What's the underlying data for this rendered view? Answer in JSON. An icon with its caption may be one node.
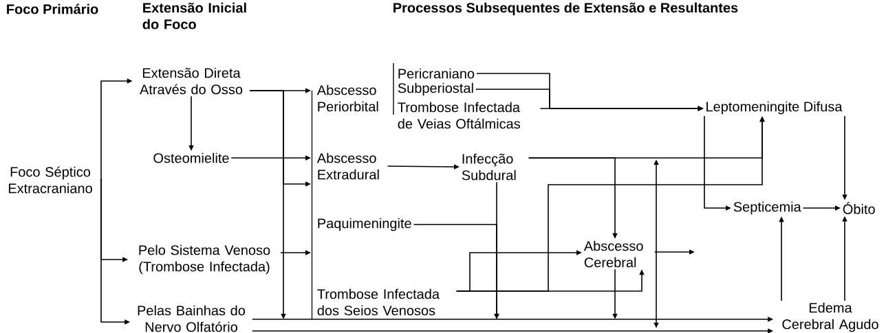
{
  "diagram": {
    "nodes": [
      {
        "text": [
          "Foco Séptico Extracraniano"
        ]
      },
      {
        "text": [
          "Extensão Direta Através do Osso"
        ]
      },
      {
        "text": [
          "Osteomielite"
        ]
      },
      {
        "text": [
          "Pelo Sistema Venoso (Trombose Infectada)"
        ]
      },
      {
        "text": [
          "Pelas Bainhas do Nervo Olfatório"
        ]
      },
      {
        "text": [],
        "shape": "bar"
      },
      {
        "text": [
          "Abscesso Periorbital"
        ]
      },
      {
        "text": [
          "Pericraniano"
        ]
      },
      {
        "text": [
          "Subperiostal"
        ]
      },
      {
        "text": [
          "Trombose Infectada de Veias Oftálmicas"
        ]
      },
      {
        "text": [
          "Abscesso Extradural"
        ]
      },
      {
        "text": [
          "Infecção Subdural"
        ]
      },
      {
        "text": [
          "Paquimeningite"
        ]
      },
      {
        "text": [
          "Trombose Infectada dos Seios Venosos"
        ]
      },
      {
        "text": [
          "Leptomeningite Difusa"
        ]
      },
      {
        "text": [
          "Abscesso Cerebral"
        ]
      },
      {
        "text": [
          "Septicemia"
        ]
      },
      {
        "text": [
          "Óbito"
        ]
      },
      {
        "text": [
          "Edema Cerebral Agudo"
        ]
      }
    ],
    "edges": [
      {
        "from": 0,
        "to": 1,
        "arrow": "to"
      },
      {
        "from": 0,
        "to": 3,
        "arrow": "to"
      },
      {
        "from": 0,
        "to": 4,
        "arrow": "to"
      },
      {
        "from": 1,
        "to": 2,
        "arrow": "to"
      },
      {
        "from": 1,
        "to": 5,
        "arrow": "to"
      },
      {
        "from": 2,
        "to": 5,
        "arrow": "to"
      },
      {
        "from": 1,
        "to": 5,
        "arrow": "to"
      },
      {
        "from": 3,
        "to": 5,
        "arrow": "to"
      },
      {
        "from": 1,
        "to": null,
        "arrow": "to"
      },
      {
        "from": 4,
        "to": 18,
        "arrow": "to"
      },
      {
        "from": 4,
        "to": 18,
        "arrow": "to"
      },
      {
        "from": 7,
        "to": 14,
        "arrow": "to"
      },
      {
        "from": 8,
        "to": 14,
        "arrow": "to"
      },
      {
        "from": 9,
        "to": 14,
        "arrow": "to"
      },
      {
        "from": 10,
        "to": 11,
        "arrow": "to"
      },
      {
        "from": 11,
        "to": 14,
        "arrow": "to"
      },
      {
        "from": 11,
        "to": 15,
        "arrow": "to"
      },
      {
        "from": 11,
        "to": null,
        "arrow": "to"
      },
      {
        "from": 12,
        "to": null,
        "arrow": "to"
      },
      {
        "from": 13,
        "to": 15,
        "arrow": "to"
      },
      {
        "from": 13,
        "to": 15,
        "arrow": "to"
      },
      {
        "from": 13,
        "to": 14,
        "arrow": "to"
      },
      {
        "from": 15,
        "to": null,
        "arrow": "to"
      },
      {
        "from": 15,
        "to": null,
        "arrow": "to"
      },
      {
        "from": 14,
        "to": 16,
        "arrow": "to"
      },
      {
        "from": 16,
        "to": 17,
        "arrow": "to"
      },
      {
        "from": 14,
        "to": 17,
        "arrow": "to"
      },
      {
        "from": 18,
        "to": 16,
        "arrow": "to"
      },
      {
        "from": 18,
        "to": 17,
        "arrow": "to"
      }
    ],
    "labels": [
      "Foco Primário",
      "Extensão Inicial do Foco",
      "Processos Subsequentes de Extensão e Resultantes"
    ]
  }
}
